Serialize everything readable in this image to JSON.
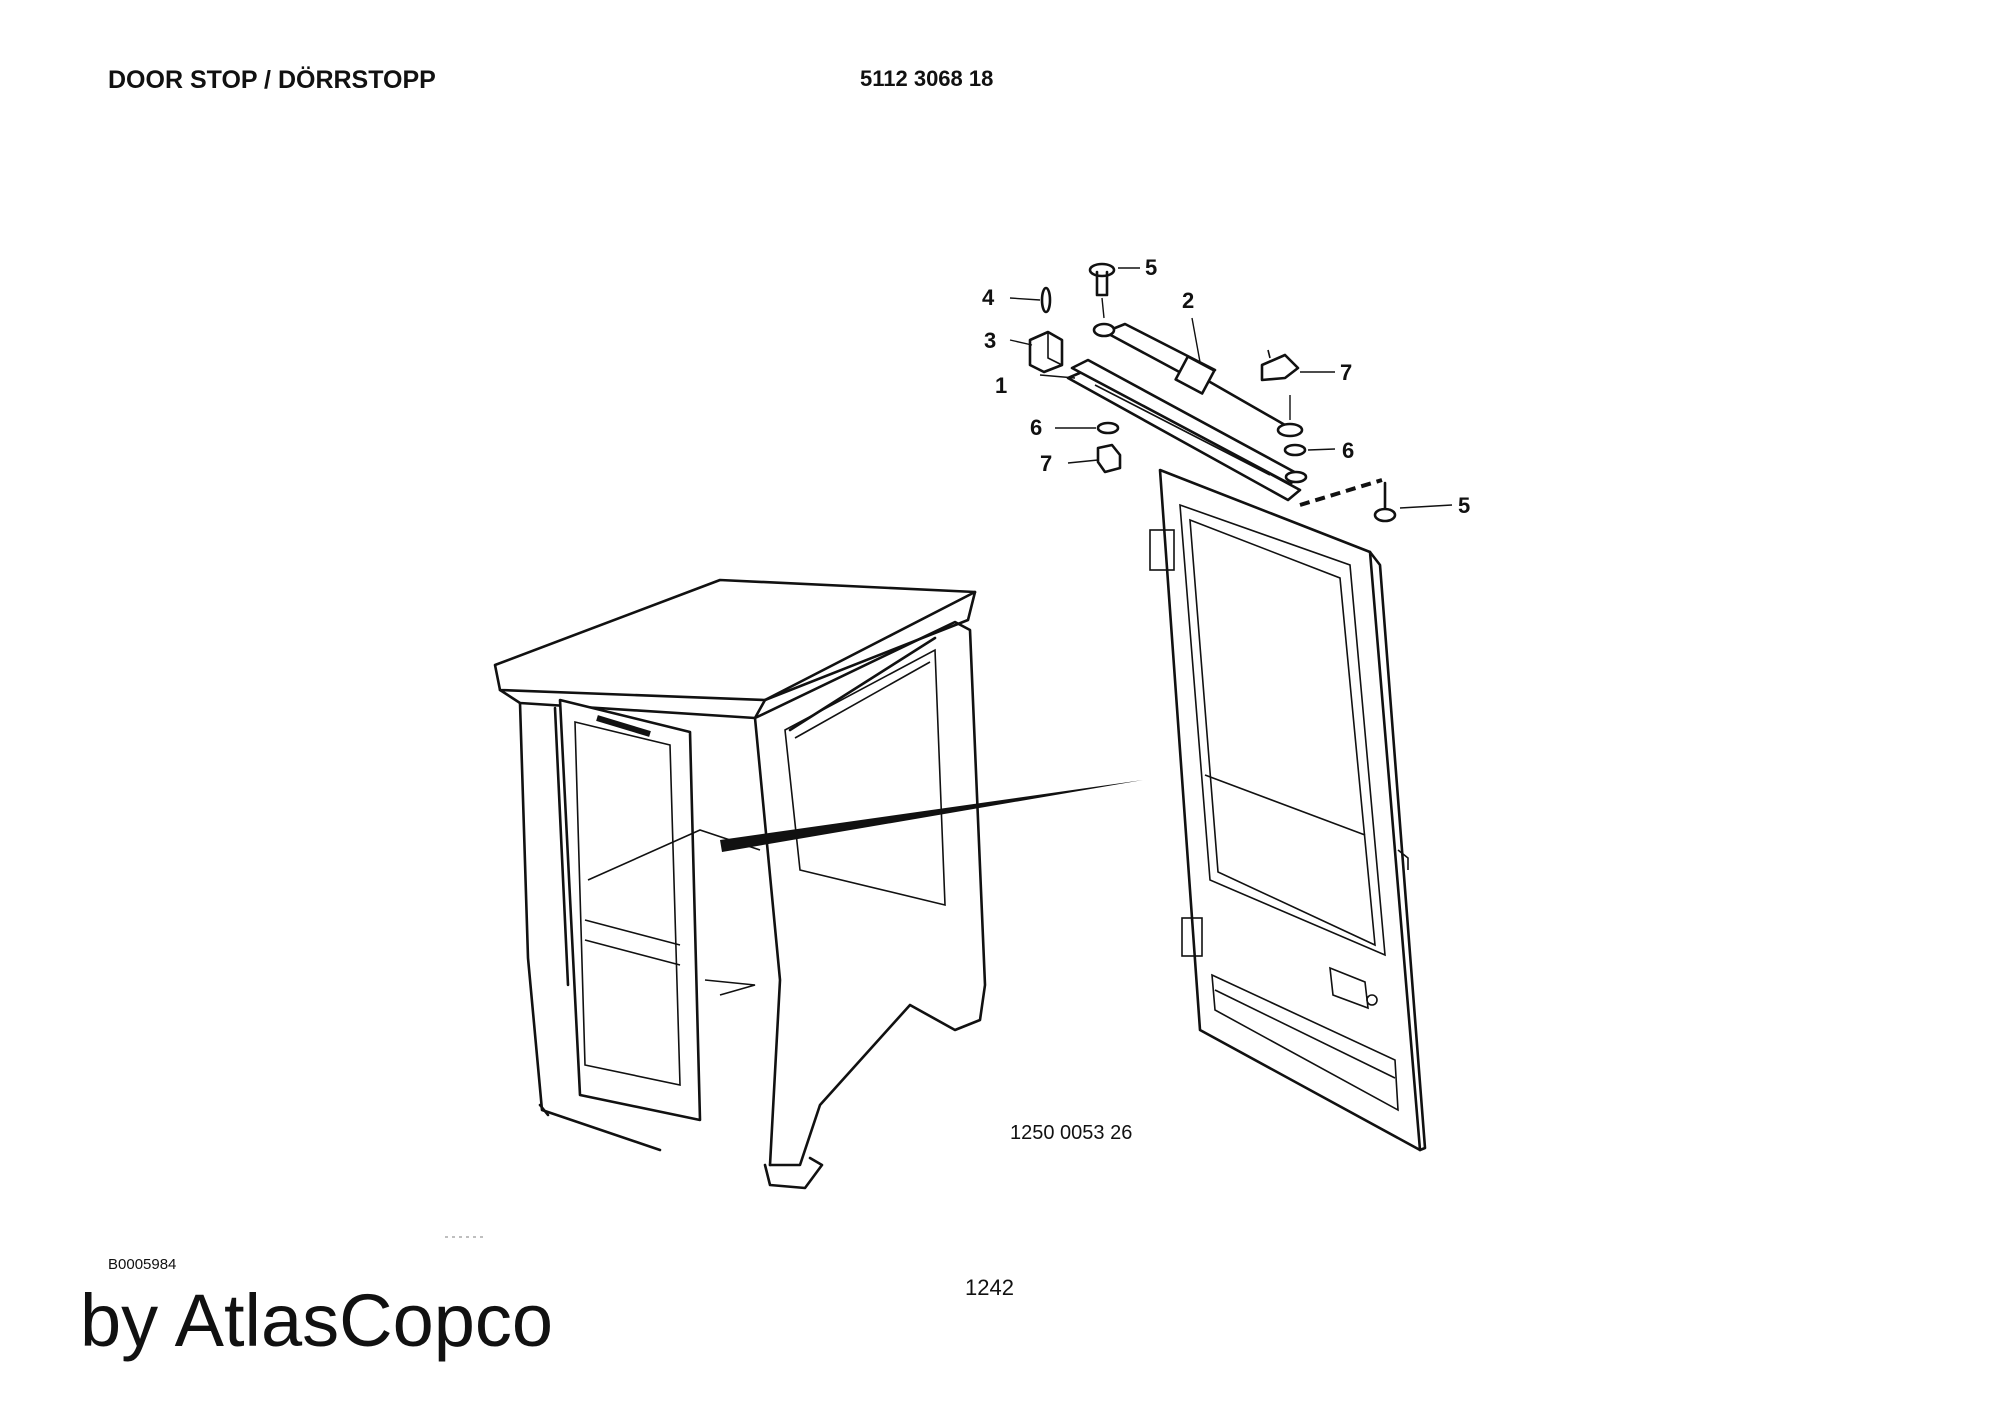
{
  "header": {
    "title": "DOOR STOP / DÖRRSTOPP",
    "part_number": "5112 3068 18"
  },
  "drawing": {
    "drawing_number": "1250 0053 26",
    "callouts": [
      "1",
      "2",
      "3",
      "4",
      "5",
      "6",
      "7"
    ]
  },
  "footer": {
    "reference_code": "B0005984",
    "page_number": "1242",
    "brand": "by AtlasCopco"
  }
}
